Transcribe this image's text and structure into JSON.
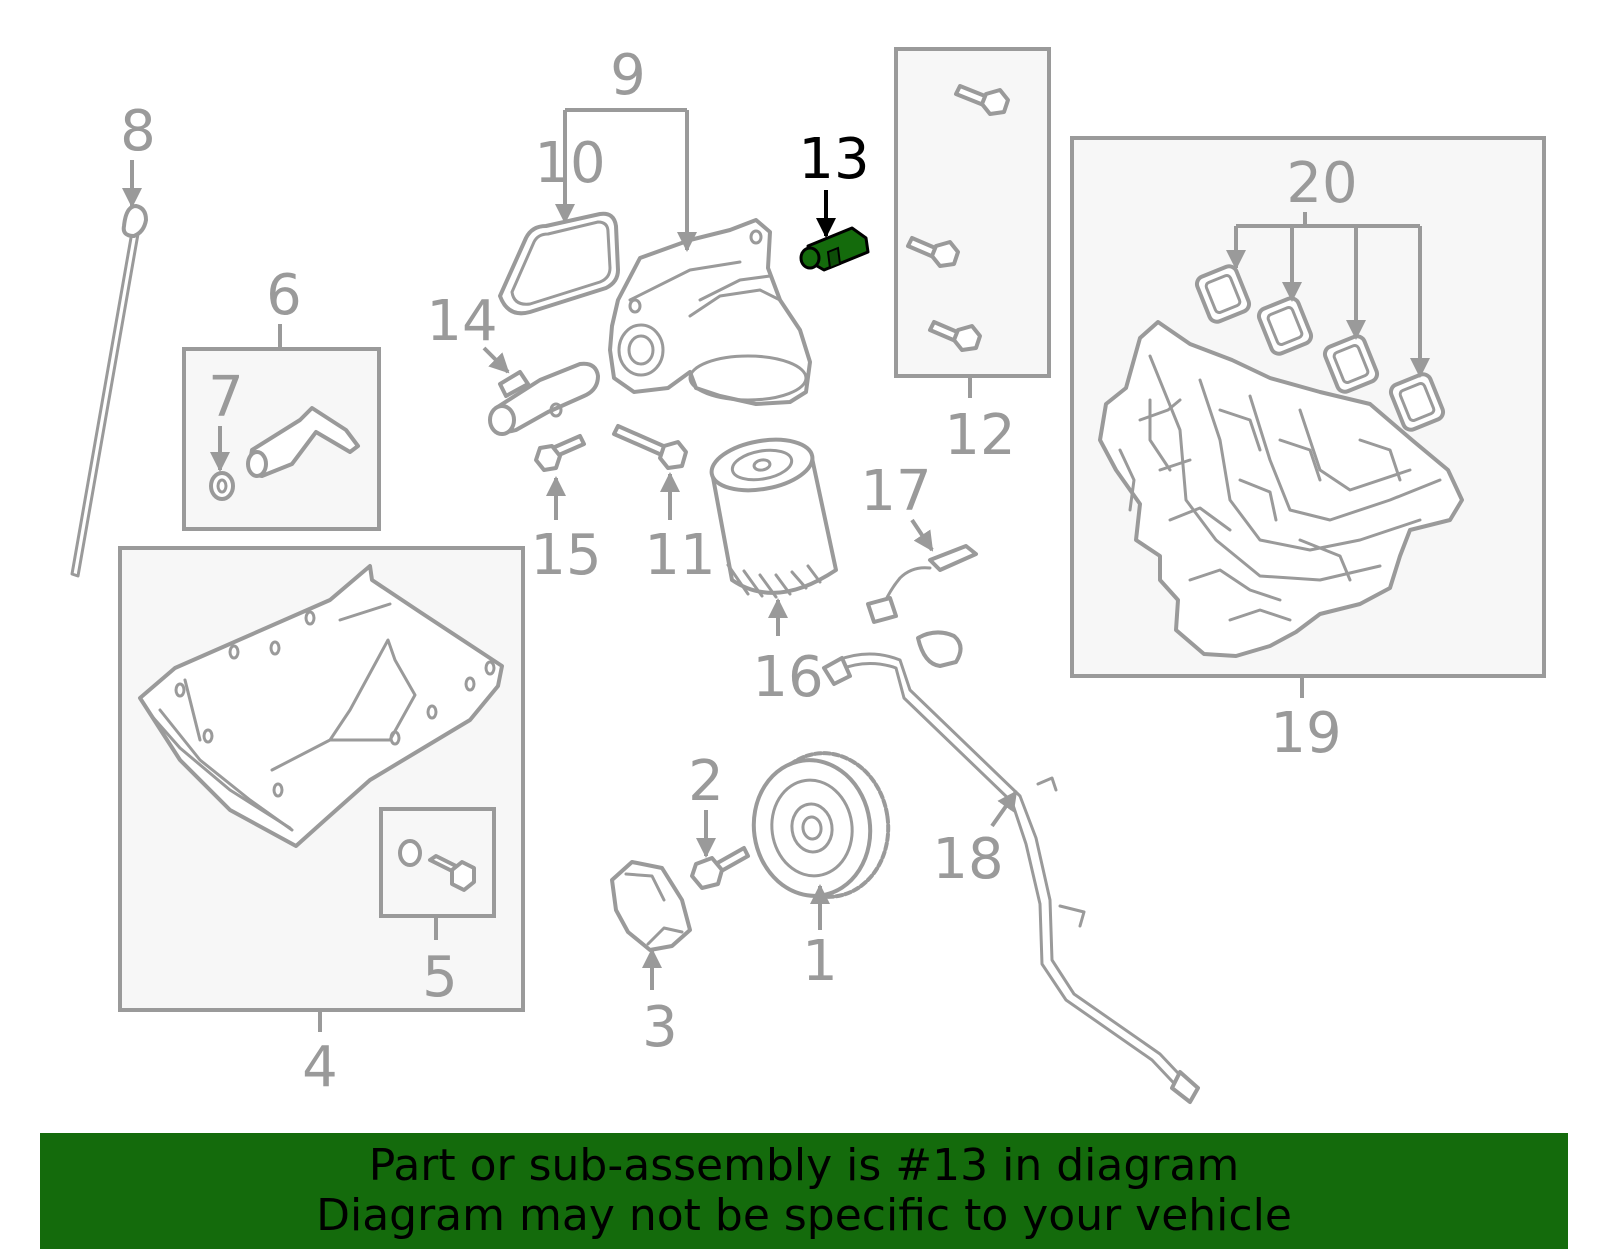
{
  "colors": {
    "line": "#9a9a9a",
    "highlight_part": "#146b0c",
    "footer_bg": "#146b0c",
    "footer_text": "#000000"
  },
  "highlighted_part": "13",
  "labels": [
    "1",
    "2",
    "3",
    "4",
    "5",
    "6",
    "7",
    "8",
    "9",
    "10",
    "11",
    "12",
    "13",
    "14",
    "15",
    "16",
    "17",
    "18",
    "19",
    "20"
  ],
  "footer": {
    "line1": "Part or sub-assembly is #13 in diagram",
    "line2": "Diagram may not be specific to your vehicle"
  }
}
